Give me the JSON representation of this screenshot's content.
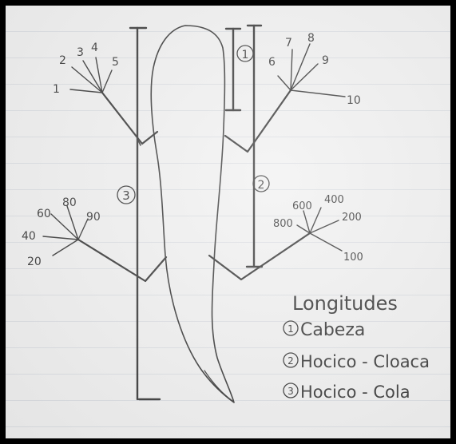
{
  "diagram": {
    "right_hand_digits": [
      "1",
      "2",
      "3",
      "4",
      "5"
    ],
    "left_hand_digits": [
      "6",
      "7",
      "8",
      "9",
      "10"
    ],
    "right_foot_digits": [
      "20",
      "40",
      "60",
      "80",
      "90"
    ],
    "left_foot_digits": [
      "800",
      "600",
      "400",
      "200",
      "100"
    ],
    "measure_markers": {
      "cabeza": "1",
      "hocico_cloaca": "2",
      "hocico_cola": "3"
    },
    "legend": {
      "title": "Longitudes",
      "items": [
        {
          "number": "1",
          "label": "Cabeza"
        },
        {
          "number": "2",
          "label": "Hocico - Cloaca"
        },
        {
          "number": "3",
          "label": "Hocico - Cola"
        }
      ]
    }
  }
}
